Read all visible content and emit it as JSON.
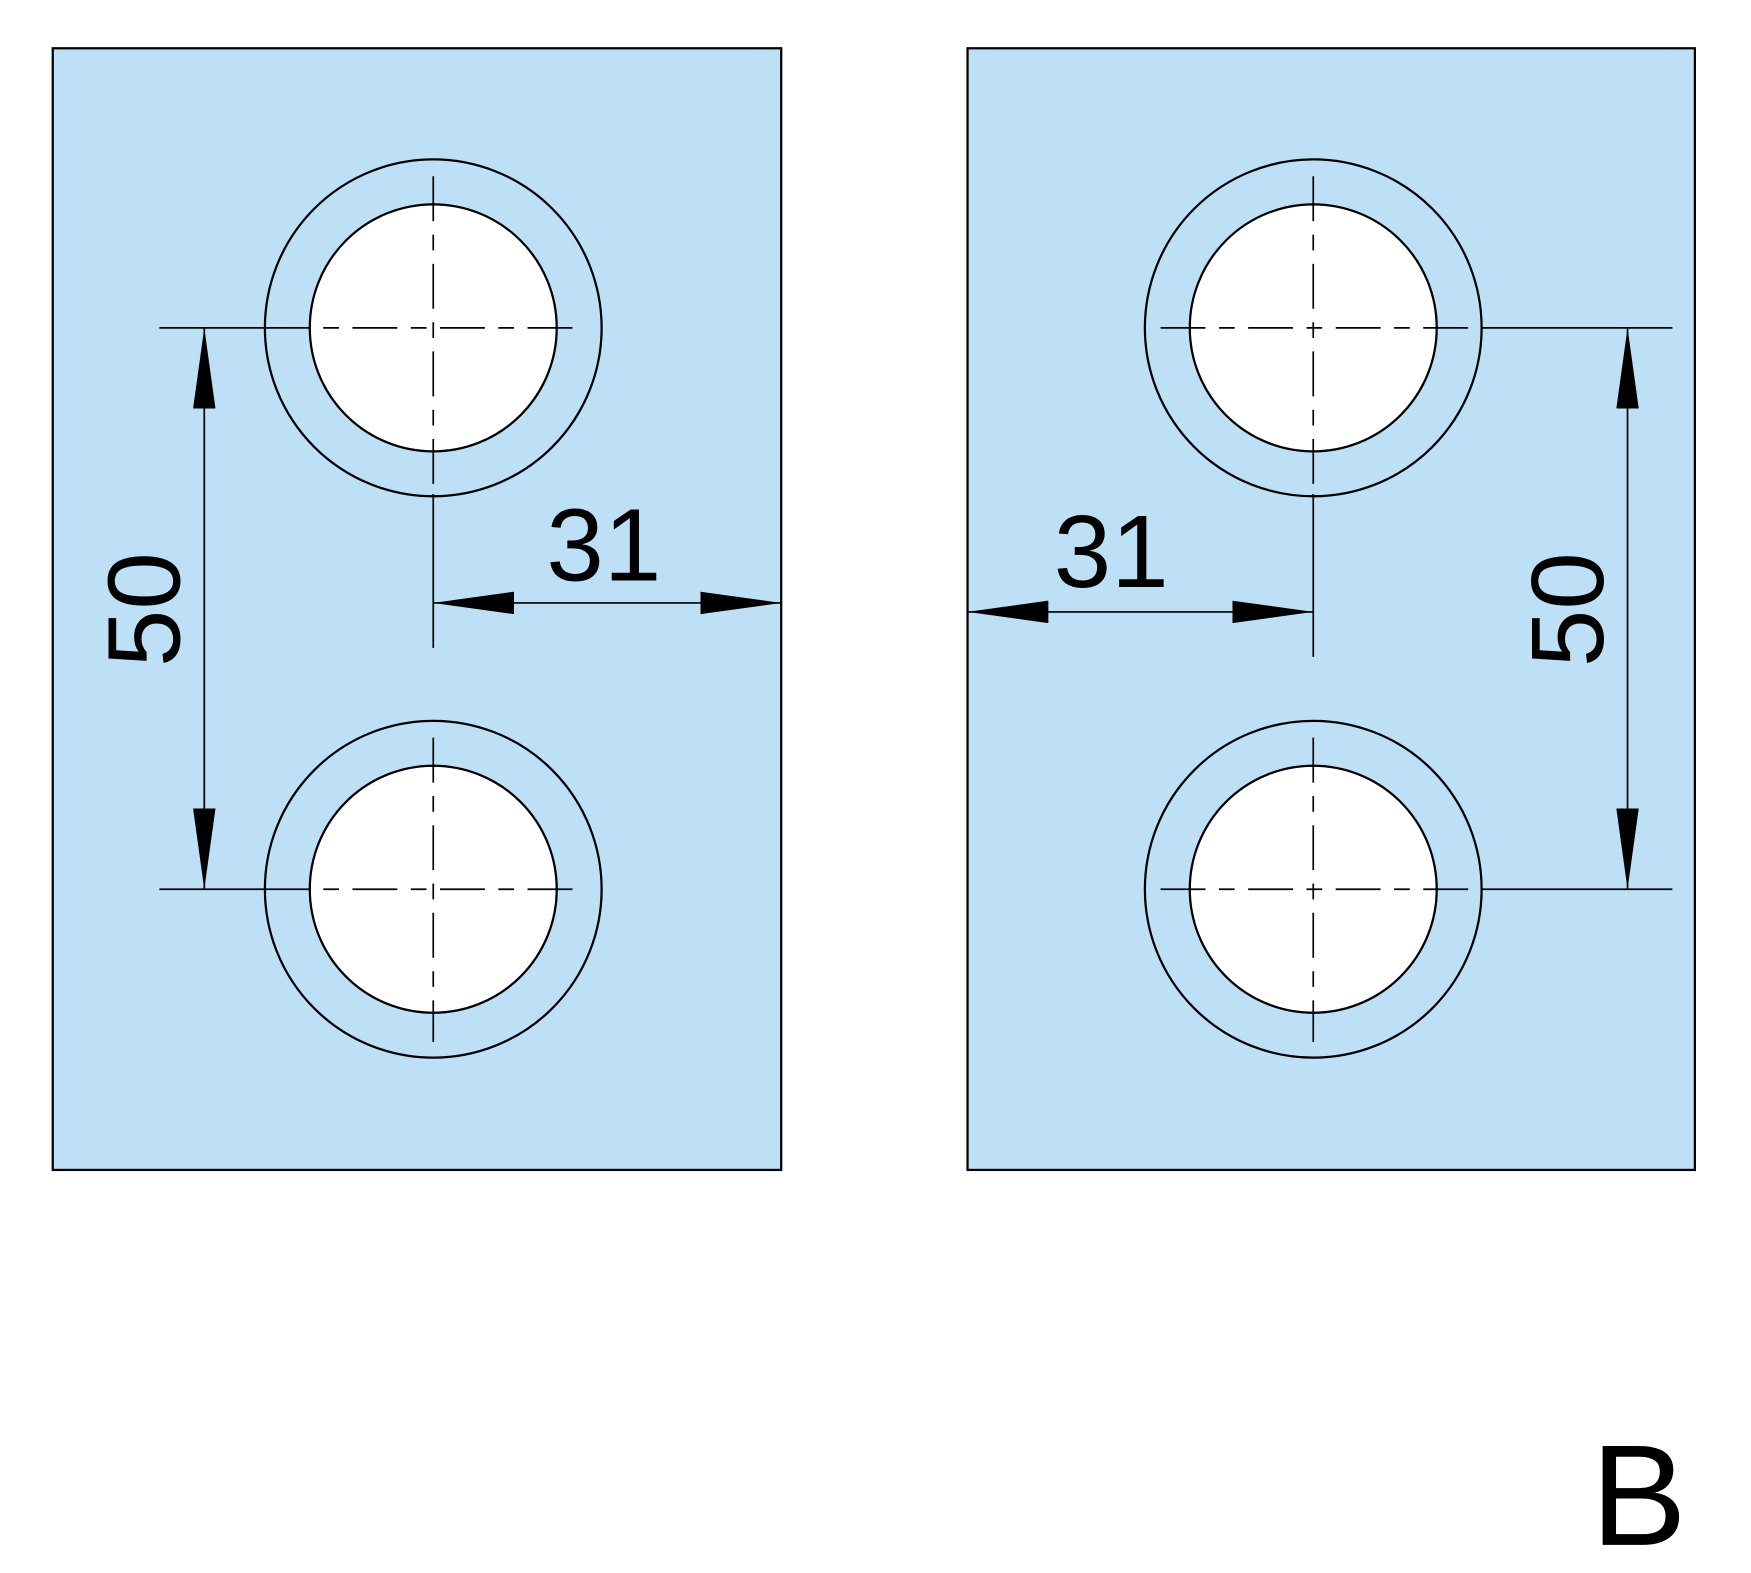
{
  "colors": {
    "plate": "#bee0f6",
    "hole": "#ffffff",
    "line": "#000000"
  },
  "left_plate": {
    "hole_spacing": "50",
    "edge_distance": "31"
  },
  "right_plate": {
    "hole_spacing": "50",
    "edge_distance": "31"
  },
  "variant_label": "B"
}
